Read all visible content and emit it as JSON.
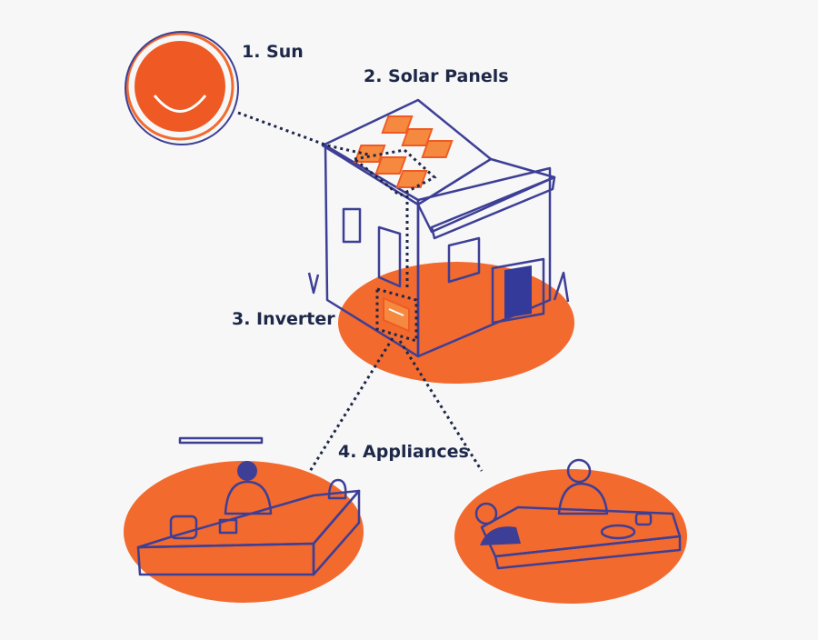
{
  "labels": {
    "sun": "1. Sun",
    "solar_panels": "2. Solar Panels",
    "inverter": "3. Inverter",
    "appliances": "4. Appliances"
  },
  "colors": {
    "background": "#f7f7f7",
    "accent_orange": "#f26a2e",
    "line_blue": "#3d3f96",
    "text_navy": "#1d2748",
    "panel_light": "#ffd7b0"
  },
  "icons": [
    "sun-illustration",
    "house-illustration",
    "solar-panel-icon",
    "inverter-icon",
    "kitchen-scene",
    "dining-scene"
  ]
}
